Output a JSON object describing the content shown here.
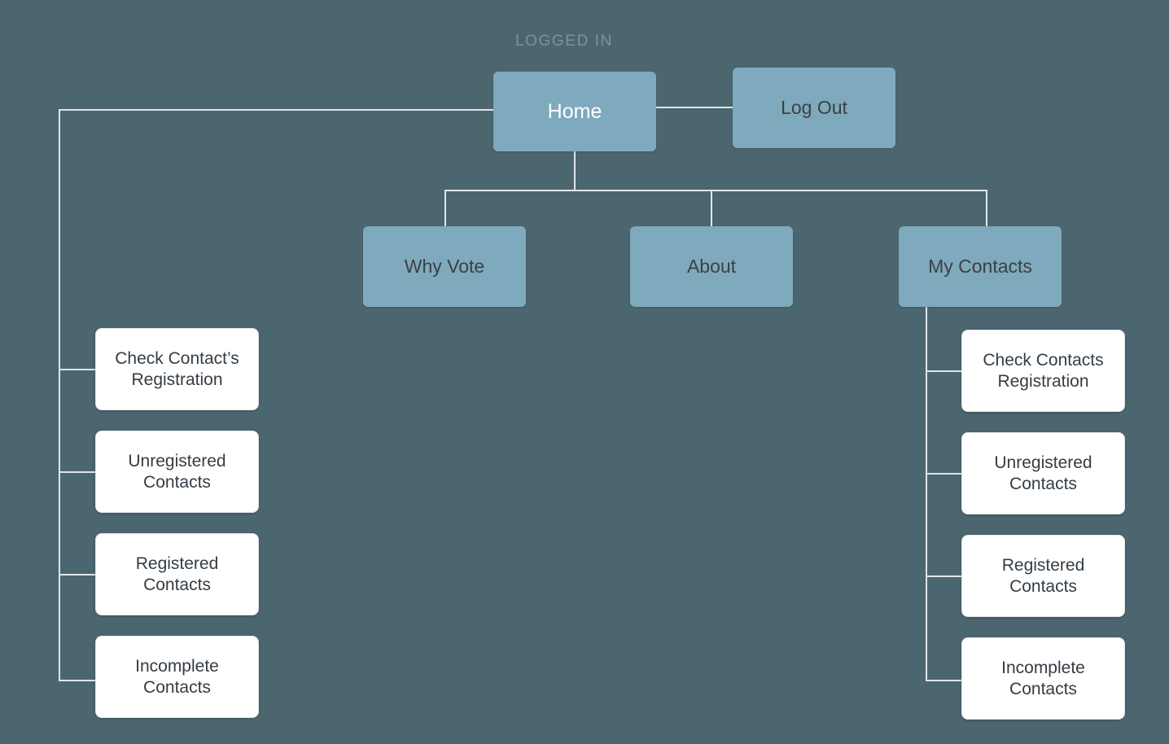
{
  "diagram": {
    "title": "LOGGED IN",
    "background_color": "#4c6670",
    "node_blue_color": "#7fa9bd",
    "node_white_color": "#ffffff",
    "connector_color": "#dfe6e8",
    "root_text_color": "#ffffff",
    "node_text_color": "#3c4043",
    "white_node_text_color": "#343d45",
    "caption_text_color": "#7e9199"
  },
  "nodes": {
    "root": {
      "label": "Home"
    },
    "logout": {
      "label": "Log Out"
    },
    "why_vote": {
      "label": "Why Vote"
    },
    "about": {
      "label": "About"
    },
    "my_contacts": {
      "label": "My Contacts"
    }
  },
  "left_branch": {
    "items": [
      {
        "line1": "Check Contact’s",
        "line2": "Registration"
      },
      {
        "line1": "Unregistered",
        "line2": "Contacts"
      },
      {
        "line1": "Registered",
        "line2": "Contacts"
      },
      {
        "line1": "Incomplete",
        "line2": "Contacts"
      }
    ]
  },
  "right_branch": {
    "items": [
      {
        "line1": "Check Contacts",
        "line2": "Registration"
      },
      {
        "line1": "Unregistered",
        "line2": "Contacts"
      },
      {
        "line1": "Registered",
        "line2": "Contacts"
      },
      {
        "line1": "Incomplete",
        "line2": "Contacts"
      }
    ]
  }
}
